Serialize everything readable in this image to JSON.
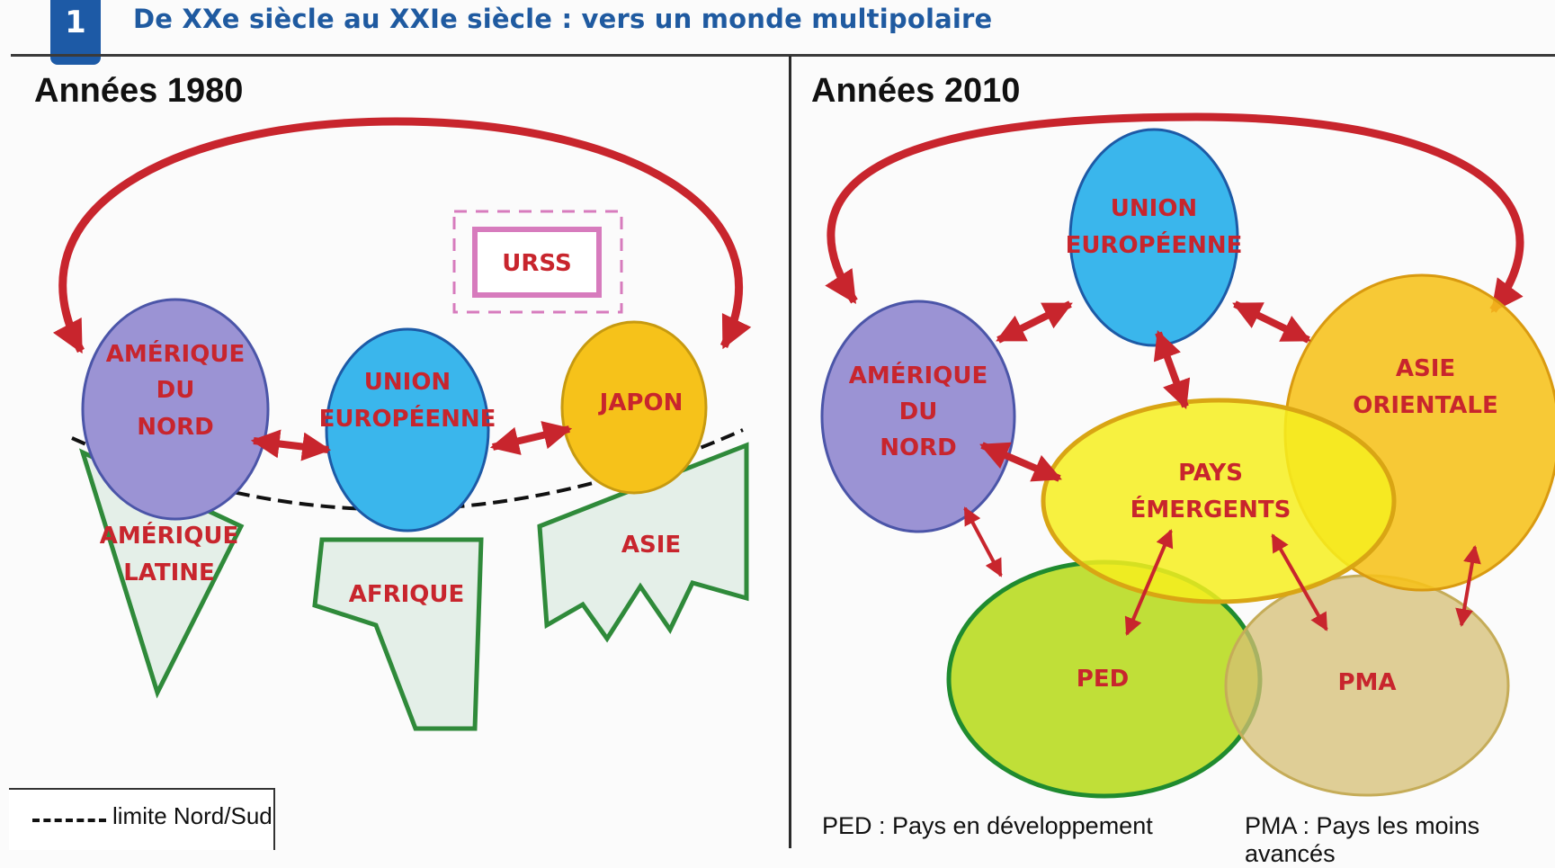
{
  "header": {
    "badge": "1",
    "title": "De XXe siècle au XXIe siècle : vers un monde multipolaire"
  },
  "left_panel": {
    "title": "Années 1980",
    "nodes": {
      "amerique_nord": [
        "AMÉRIQUE",
        "DU",
        "NORD"
      ],
      "union_europeenne": [
        "UNION",
        "EUROPÉENNE"
      ],
      "japon": [
        "JAPON"
      ],
      "urss": [
        "URSS"
      ],
      "amerique_latine": [
        "AMÉRIQUE",
        "LATINE"
      ],
      "afrique": [
        "AFRIQUE"
      ],
      "asie": [
        "ASIE"
      ]
    },
    "legend_label": "limite Nord/Sud"
  },
  "right_panel": {
    "title": "Années 2010",
    "nodes": {
      "union_europeenne": [
        "UNION",
        "EUROPÉENNE"
      ],
      "amerique_nord": [
        "AMÉRIQUE",
        "DU",
        "NORD"
      ],
      "asie_orientale": [
        "ASIE",
        "ORIENTALE"
      ],
      "pays_emergents": [
        "PAYS",
        "ÉMERGENTS"
      ],
      "ped": [
        "PED"
      ],
      "pma": [
        "PMA"
      ]
    },
    "footnote_ped": "PED : Pays en développement",
    "footnote_pma": "PMA : Pays les moins avancés"
  },
  "colors": {
    "arrow_red": "#c8252d",
    "purple_fill": "#9b93d4",
    "blue_fill": "#3ab6ec",
    "yellow_fill": "#f6c21a",
    "emerging_fill": "#f6ef1e",
    "ped_fill": "#b9db22",
    "pma_fill": "#d6bf74",
    "south_green": "#2f8a3a",
    "urss_pink": "#d77bbd"
  }
}
